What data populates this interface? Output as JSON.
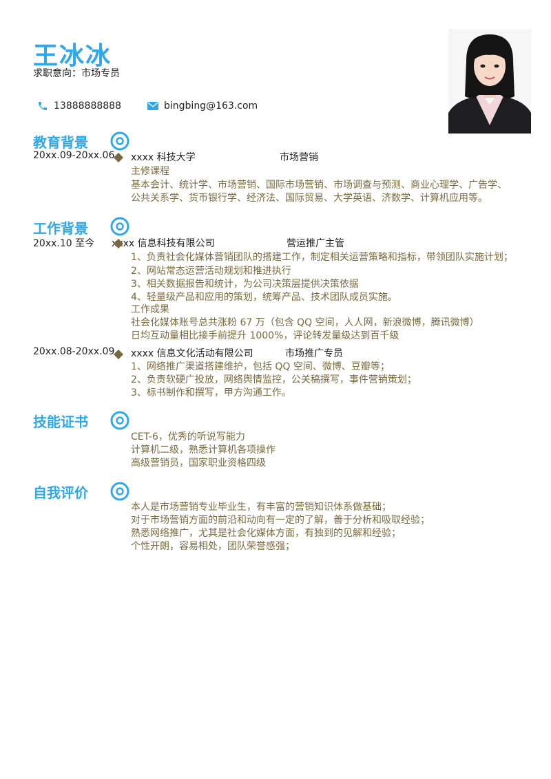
{
  "header": {
    "name": "王冰冰",
    "intent": "求职意向：市场专员",
    "phone": "13888888888",
    "email": "bingbing@163.com"
  },
  "colors": {
    "accent": "#2fa7e8",
    "body_text": "#7a6a3f"
  },
  "icons": {
    "phone": "phone-icon",
    "email": "mail-icon",
    "section": "target-circle-icon",
    "timeline": "diamond-icon"
  },
  "education": {
    "title": "教育背景",
    "period": "20xx.09-20xx.06",
    "school": "xxxx 科技大学",
    "major": "市场营销",
    "lines": [
      "主修课程",
      "基本会计、统计学、市场营销、国际市场营销、市场调查与预测、商业心理学、广告学、",
      "公共关系学、货币银行学、经济法、国际贸易、大学英语、济数学、计算机应用等。"
    ]
  },
  "work": {
    "title": "工作背景",
    "jobs": [
      {
        "period": "20xx.10 至今",
        "company": "xxxx 信息科技有限公司",
        "position": "营运推广主管",
        "lines": [
          "1、负责社会化媒体营销团队的搭建工作，制定相关运营策略和指标，带领团队实施计划；",
          "2、网站常态运营活动规划和推进执行",
          "3、相关数据报告和统计，为公司决策层提供决策依据",
          "4、轻量级产品和应用的策划，统筹产品、技术团队成员实施。",
          "工作成果",
          "社会化媒体账号总共涨粉 67 万（包含 QQ 空间，人人网，新浪微博，腾讯微博）",
          "日均互动量相比接手前提升 1000%，评论转发量级达到百千级"
        ]
      },
      {
        "period": "20xx.08-20xx.09",
        "company": "xxxx 信息文化活动有限公司",
        "position": "市场推广专员",
        "lines": [
          "1、网络推广渠道搭建维护，包括 QQ 空间、微博、豆瓣等；",
          "2、负责软硬广投放，网络舆情监控，公关稿撰写，事件营销策划；",
          "3、标书制作和撰写，甲方沟通工作。"
        ]
      }
    ]
  },
  "skills": {
    "title": "技能证书",
    "lines": [
      "CET-6，优秀的听说写能力",
      "计算机二级，熟悉计算机各项操作",
      "高级营销员，国家职业资格四级"
    ]
  },
  "self": {
    "title": "自我评价",
    "lines": [
      "本人是市场营销专业毕业生，有丰富的营销知识体系做基础；",
      "对于市场营销方面的前沿和动向有一定的了解，善于分析和吸取经验；",
      "熟悉网络推广，尤其是社会化媒体方面，有独到的见解和经验；",
      "个性开朗，容易相处，团队荣誉感强；"
    ]
  }
}
